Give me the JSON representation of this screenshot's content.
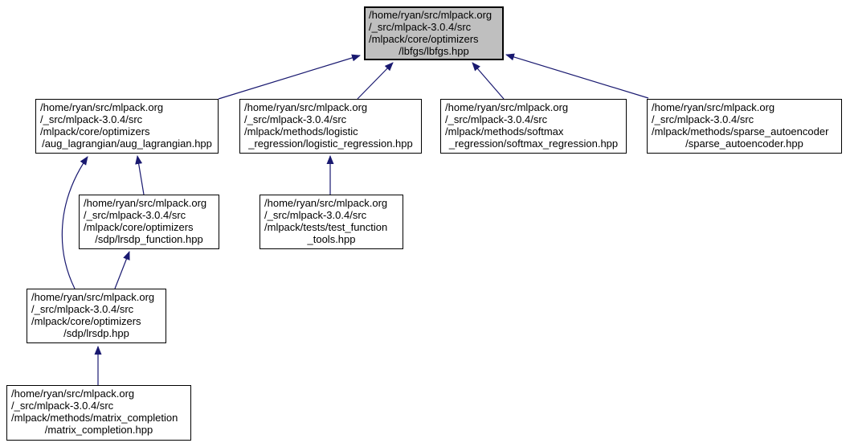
{
  "graph": {
    "nodes": {
      "lbfgs": {
        "lines": [
          "/home/ryan/src/mlpack.org",
          "/_src/mlpack-3.0.4/src",
          "/mlpack/core/optimizers",
          "/lbfgs/lbfgs.hpp"
        ],
        "current": true
      },
      "aug_lagrangian": {
        "lines": [
          "/home/ryan/src/mlpack.org",
          "/_src/mlpack-3.0.4/src",
          "/mlpack/core/optimizers",
          "/aug_lagrangian/aug_lagrangian.hpp"
        ],
        "current": false
      },
      "logistic_regression": {
        "lines": [
          "/home/ryan/src/mlpack.org",
          "/_src/mlpack-3.0.4/src",
          "/mlpack/methods/logistic",
          "_regression/logistic_regression.hpp"
        ],
        "current": false
      },
      "softmax_regression": {
        "lines": [
          "/home/ryan/src/mlpack.org",
          "/_src/mlpack-3.0.4/src",
          "/mlpack/methods/softmax",
          "_regression/softmax_regression.hpp"
        ],
        "current": false
      },
      "sparse_autoencoder": {
        "lines": [
          "/home/ryan/src/mlpack.org",
          "/_src/mlpack-3.0.4/src",
          "/mlpack/methods/sparse_autoencoder",
          "/sparse_autoencoder.hpp"
        ],
        "current": false
      },
      "lrsdp_function": {
        "lines": [
          "/home/ryan/src/mlpack.org",
          "/_src/mlpack-3.0.4/src",
          "/mlpack/core/optimizers",
          "/sdp/lrsdp_function.hpp"
        ],
        "current": false
      },
      "test_function_tools": {
        "lines": [
          "/home/ryan/src/mlpack.org",
          "/_src/mlpack-3.0.4/src",
          "/mlpack/tests/test_function",
          "_tools.hpp"
        ],
        "current": false
      },
      "lrsdp": {
        "lines": [
          "/home/ryan/src/mlpack.org",
          "/_src/mlpack-3.0.4/src",
          "/mlpack/core/optimizers",
          "/sdp/lrsdp.hpp"
        ],
        "current": false
      },
      "matrix_completion": {
        "lines": [
          "/home/ryan/src/mlpack.org",
          "/_src/mlpack-3.0.4/src",
          "/mlpack/methods/matrix_completion",
          "/matrix_completion.hpp"
        ],
        "current": false
      }
    },
    "edges": [
      {
        "from": "aug_lagrangian",
        "to": "lbfgs"
      },
      {
        "from": "logistic_regression",
        "to": "lbfgs"
      },
      {
        "from": "softmax_regression",
        "to": "lbfgs"
      },
      {
        "from": "sparse_autoencoder",
        "to": "lbfgs"
      },
      {
        "from": "lrsdp_function",
        "to": "aug_lagrangian"
      },
      {
        "from": "lrsdp",
        "to": "aug_lagrangian"
      },
      {
        "from": "lrsdp",
        "to": "lrsdp_function"
      },
      {
        "from": "test_function_tools",
        "to": "logistic_regression"
      },
      {
        "from": "matrix_completion",
        "to": "lrsdp"
      }
    ]
  },
  "colors": {
    "edge": "#191970",
    "node_border": "#000000",
    "node_fill": "#ffffff",
    "current_node_fill": "#bfbfbf",
    "text": "#000000",
    "background": "#ffffff"
  }
}
